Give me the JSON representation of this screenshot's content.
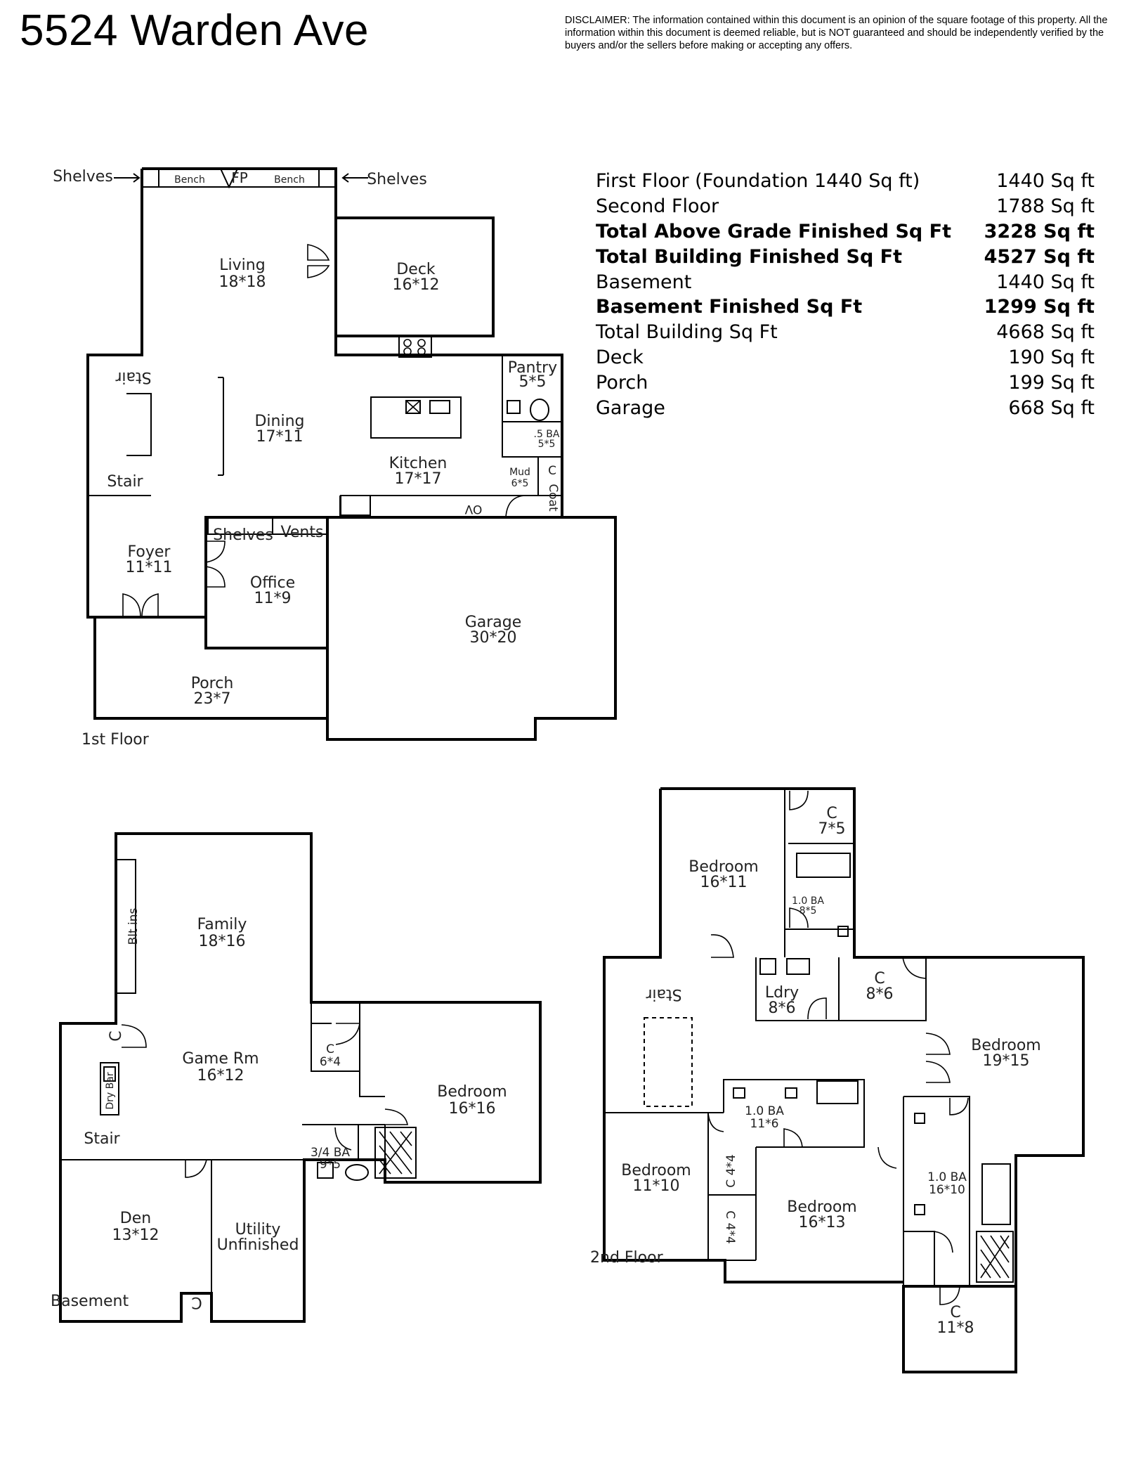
{
  "title": "5524 Warden Ave",
  "disclaimer": "DISCLAIMER: The information contained within this document is an opinion of the square footage of this property. All the information within this document is deemed reliable, but is NOT guaranteed and should be independently verified by the buyers and/or the sellers before making or accepting any offers.",
  "summary": [
    {
      "label": "First Floor (Foundation 1440 Sq ft)",
      "value": "1440 Sq ft",
      "bold": false
    },
    {
      "label": "Second Floor",
      "value": "1788 Sq ft",
      "bold": false
    },
    {
      "label": "Total Above Grade Finished Sq Ft",
      "value": "3228 Sq ft",
      "bold": true
    },
    {
      "label": "Total Building Finished Sq Ft",
      "value": "4527 Sq ft",
      "bold": true
    },
    {
      "label": "Basement",
      "value": "1440 Sq ft",
      "bold": false
    },
    {
      "label": "Basement Finished Sq Ft",
      "value": "1299 Sq ft",
      "bold": true
    },
    {
      "label": "Total Building Sq Ft",
      "value": "4668 Sq ft",
      "bold": false
    },
    {
      "label": "Deck",
      "value": "190 Sq ft",
      "bold": false
    },
    {
      "label": "Porch",
      "value": "199 Sq ft",
      "bold": false
    },
    {
      "label": "Garage",
      "value": "668 Sq ft",
      "bold": false
    }
  ],
  "first_floor": {
    "label": "1st Floor",
    "shelves_left": "Shelves",
    "shelves_right": "Shelves",
    "bench_left": "Bench",
    "fp": "FP",
    "bench_right": "Bench",
    "living": {
      "name": "Living",
      "dim": "18*18"
    },
    "deck": {
      "name": "Deck",
      "dim": "16*12"
    },
    "pantry": {
      "name": "Pantry",
      "dim": "5*5"
    },
    "stair_top": "Stair",
    "dining": {
      "name": "Dining",
      "dim": "17*11"
    },
    "half_bath": {
      "name": ".5 BA",
      "dim": "5*5"
    },
    "kitchen": {
      "name": "Kitchen",
      "dim": "17*17"
    },
    "mud": {
      "name": "Mud",
      "dim": "6*5"
    },
    "closet": "C",
    "coat": "Coat",
    "stair": "Stair",
    "oven": "OV",
    "shelves_office": "Shelves",
    "vents": "Vents",
    "foyer": {
      "name": "Foyer",
      "dim": "11*11"
    },
    "office": {
      "name": "Office",
      "dim": "11*9"
    },
    "garage": {
      "name": "Garage",
      "dim": "30*20"
    },
    "porch": {
      "name": "Porch",
      "dim": "23*7"
    }
  },
  "basement": {
    "label": "Basement",
    "built_ins": "Blt ins",
    "family": {
      "name": "Family",
      "dim": "18*16"
    },
    "closet_left": "C",
    "game_room": {
      "name": "Game Rm",
      "dim": "16*12"
    },
    "dry_bar": "Dry Bar",
    "closet_mid": {
      "name": "C",
      "dim": "6*4"
    },
    "bedroom": {
      "name": "Bedroom",
      "dim": "16*16"
    },
    "stair": "Stair",
    "bath": {
      "name": "3/4 BA",
      "dim": "9*5"
    },
    "den": {
      "name": "Den",
      "dim": "13*12"
    },
    "utility": {
      "name": "Utility",
      "dim": "Unfinished"
    },
    "closet_bottom": "C"
  },
  "second_floor": {
    "label": "2nd Floor",
    "closet_top": {
      "name": "C",
      "dim": "7*5"
    },
    "bedroom_top": {
      "name": "Bedroom",
      "dim": "16*11"
    },
    "bath_top": {
      "name": "1.0 BA",
      "dim": "8*5"
    },
    "stair": "Stair",
    "laundry": {
      "name": "Ldry",
      "dim": "8*6"
    },
    "closet_right": {
      "name": "C",
      "dim": "8*6"
    },
    "bedroom_right": {
      "name": "Bedroom",
      "dim": "19*15"
    },
    "bath_mid": {
      "name": "1.0 BA",
      "dim": "11*6"
    },
    "bedroom_left": {
      "name": "Bedroom",
      "dim": "11*10"
    },
    "closet_a": "C 4*4",
    "closet_b": "C 4*4",
    "bedroom_bottom": {
      "name": "Bedroom",
      "dim": "16*13"
    },
    "bath_right": {
      "name": "1.0 BA",
      "dim": "16*10"
    },
    "closet_bottom": {
      "name": "C",
      "dim": "11*8"
    }
  }
}
